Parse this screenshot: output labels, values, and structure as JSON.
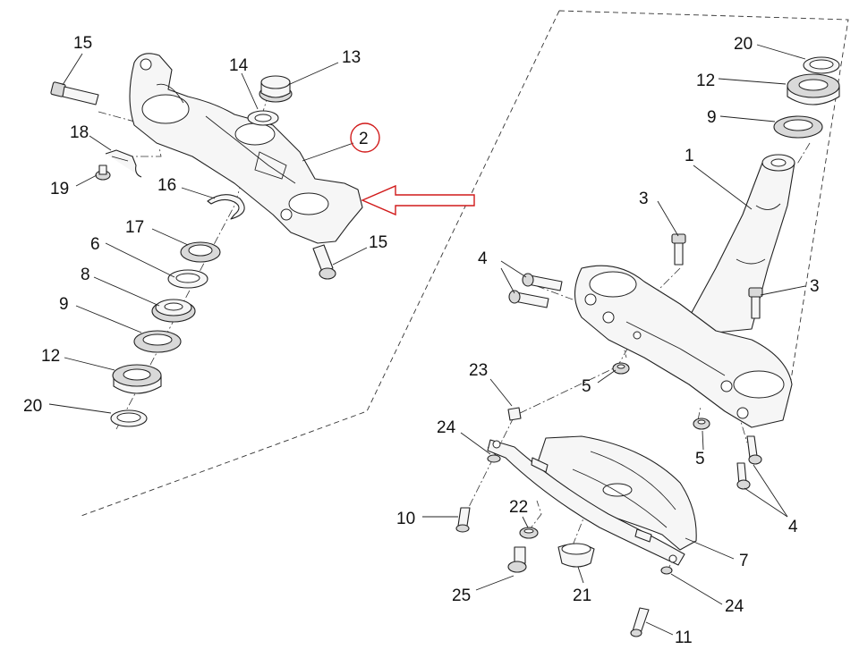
{
  "colors": {
    "highlight": "#d11a1a",
    "line": "#222222",
    "background": "#ffffff"
  },
  "highlighted_part": "2",
  "labels": {
    "l15a": "15",
    "l14": "14",
    "l13": "13",
    "l18": "18",
    "l2": "2",
    "l19": "19",
    "l16": "16",
    "l15b": "15",
    "l17": "17",
    "l6": "6",
    "l8": "8",
    "l9a": "9",
    "l12a": "12",
    "l20a": "20",
    "l20b": "20",
    "l12b": "12",
    "l9b": "9",
    "l1": "1",
    "l3a": "3",
    "l3b": "3",
    "l4a": "4",
    "l5a": "5",
    "l5b": "5",
    "l23": "23",
    "l24a": "24",
    "l4b": "4",
    "l10": "10",
    "l22": "22",
    "l7": "7",
    "l25": "25",
    "l21": "21",
    "l24b": "24",
    "l11": "11"
  }
}
